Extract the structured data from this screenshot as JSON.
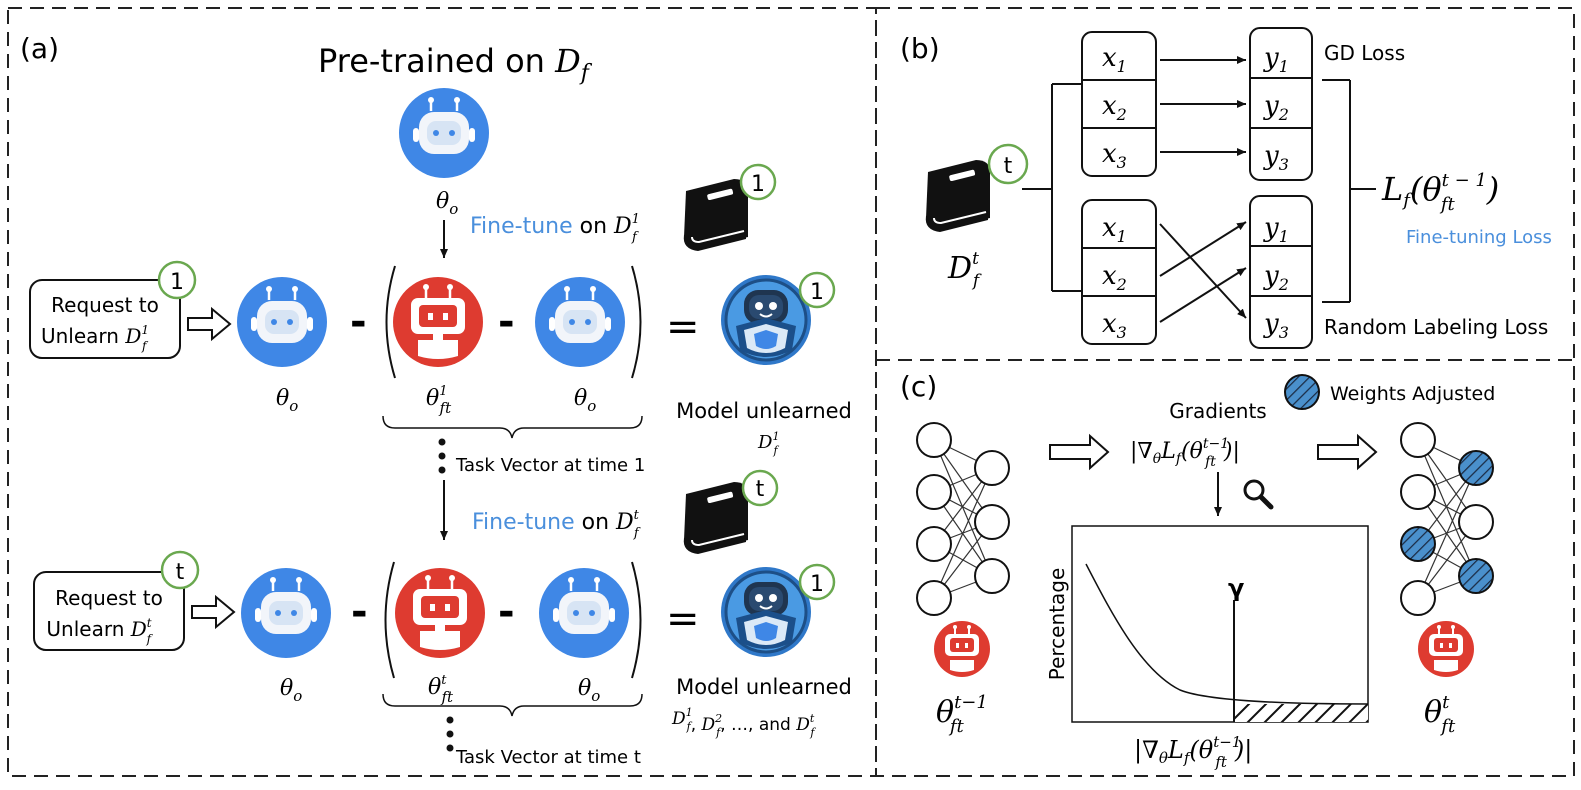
{
  "panel_a": {
    "label": "(a)",
    "title": "Pre-trained on ",
    "title_math": "D",
    "title_math_sub": "f",
    "theta_o": "θ",
    "theta_o_sub": "o",
    "finetune_word": "Fine-tune",
    "on_word": " on ",
    "d_f": "D",
    "d_f_sub": "f",
    "sup_1": "1",
    "sup_t": "t",
    "theta_ft": "θ",
    "theta_ft_sub": "ft",
    "request_line1": "Request to",
    "request_line2": "Unlearn ",
    "badge_1": "1",
    "badge_t": "t",
    "minus": "-",
    "equals": "=",
    "model_unlearned": "Model unlearned",
    "unlearned_list": ", …, and ",
    "sup_2": "2",
    "task_vector_1": "Task Vector at time 1",
    "task_vector_t": "Task Vector at time t"
  },
  "panel_b": {
    "label": "(b)",
    "x": "x",
    "y": "y",
    "idx": [
      "1",
      "2",
      "3"
    ],
    "gd_loss": "GD Loss",
    "random_loss": "Random Labeling Loss",
    "loss_formula": "L",
    "loss_sub": "f",
    "loss_arg": "(θ",
    "loss_arg_sub": "ft",
    "loss_arg_sup": "t − 1",
    "loss_close": ")",
    "finetuning_loss": "Fine-tuning Loss",
    "book_badge": "t"
  },
  "panel_c": {
    "label": "(c)",
    "gradients": "Gradients",
    "grad_expr": "|∇",
    "grad_theta": "θ",
    "grad_L": "L",
    "grad_f": "f",
    "grad_paren": "(θ",
    "grad_ft": "ft",
    "grad_sup": "t−1",
    "grad_close": ")|",
    "weights_adjusted": "Weights Adjusted",
    "percentage": "Percentage",
    "gamma": "γ",
    "theta_prev": "θ",
    "theta_prev_sub": "ft",
    "theta_prev_sup": "t−1",
    "theta_new": "θ",
    "theta_new_sub": "ft",
    "theta_new_sup": "t"
  },
  "colors": {
    "blue_robot": "#3f87e6",
    "red_robot": "#de3b30",
    "badge_green": "#6aa84f",
    "text_blue": "#4a8fdc",
    "hatch_blue": "#4a90cc"
  }
}
